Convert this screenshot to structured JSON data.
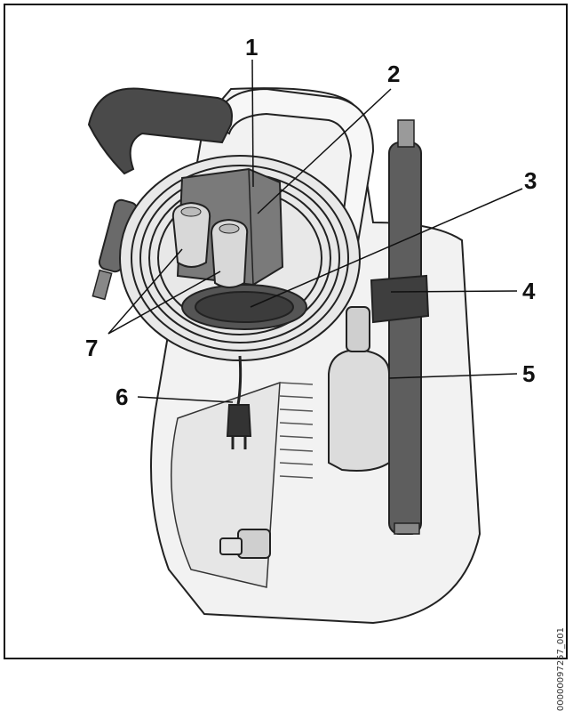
{
  "figure": {
    "callouts": {
      "c1": "1",
      "c2": "2",
      "c3": "3",
      "c4": "4",
      "c5": "5",
      "c6": "6",
      "c7": "7"
    },
    "image_code": "00000097257_001"
  }
}
